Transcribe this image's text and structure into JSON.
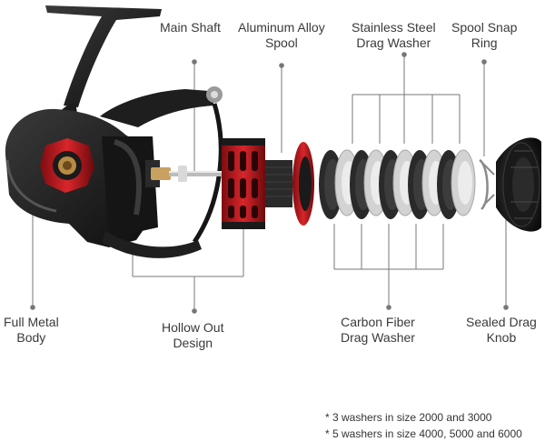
{
  "labels": {
    "main_shaft": "Main Shaft",
    "aluminum_spool": [
      "Aluminum Alloy",
      "Spool"
    ],
    "stainless_washer": [
      "Stainless Steel",
      "Drag Washer"
    ],
    "spool_snap_ring": [
      "Spool Snap",
      "Ring"
    ],
    "full_metal_body": [
      "Full Metal",
      "Body"
    ],
    "hollow_out": [
      "Hollow Out",
      "Design"
    ],
    "carbon_washer": [
      "Carbon Fiber",
      "Drag Washer"
    ],
    "sealed_knob": [
      "Sealed Drag",
      "Knob"
    ]
  },
  "notes": [
    "* 3 washers in size 2000 and 3000",
    "* 5 washers in size 4000, 5000 and 6000"
  ],
  "colors": {
    "accent_red": "#c4161c",
    "body_black": "#1b1b1b",
    "line_gray": "#777777",
    "washer_gray": "#d3d3d3",
    "carbon_black": "#2a2a2a"
  }
}
